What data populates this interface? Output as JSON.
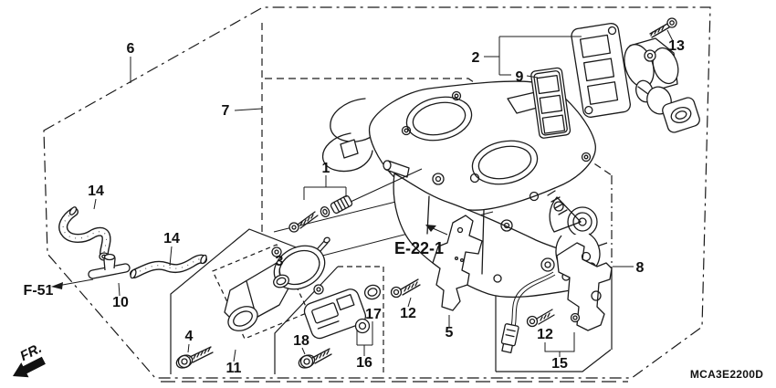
{
  "diagram": {
    "background": "#ffffff",
    "line_color": "#1a1a1a",
    "code": "MCA3E2200D",
    "refs": {
      "e22": "E-22-1",
      "f51": "F-51",
      "fr": "FR."
    },
    "labels": {
      "n1": "1",
      "n2": "2",
      "n3": "3",
      "n4": "4",
      "n5": "5",
      "n6": "6",
      "n7": "7",
      "n8": "8",
      "n9": "9",
      "n10": "10",
      "n11": "11",
      "n12a": "12",
      "n12b": "12",
      "n13": "13",
      "n14a": "14",
      "n14b": "14",
      "n15": "15",
      "n16": "16",
      "n17": "17",
      "n18": "18"
    }
  }
}
